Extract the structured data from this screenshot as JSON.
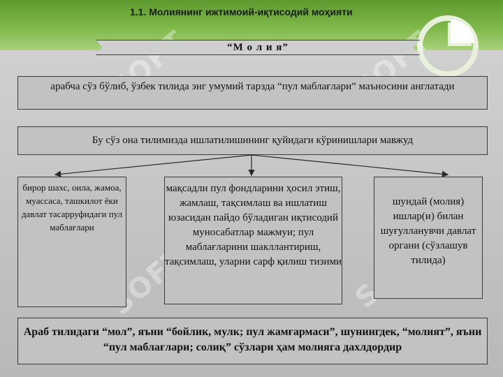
{
  "header": {
    "title": "1.1. Молиянинг ижтимоий-иқтисодий моҳияти"
  },
  "diagram": {
    "top": "“М о л и я”",
    "box1": "арабча сўз бўлиб, ўзбек тилида энг умумий тарзда  “пул маблағлари” маъносини англатади",
    "box2": "Бу сўз она тилимизда ишлатилишининг қуйидаги кўринишлари мавжуд",
    "left": "бирор шахс, оила, жамоа, муассаса, ташкилот ёки давлат тасарруфидаги пул маблағлари",
    "middle": "мақсадли пул фондларини ҳосил этиш, жамлаш, тақсимлаш ва ишлатиш юзасидан пайдо бўладиган иқтисодий муносабатлар мажмуи; пул маблағларини шакллантириш, тақсимлаш, уларни сарф қилиш тизими",
    "right": "шундай (молия) ишлар(и) билан шуғулланувчи давлат органи (сўзлашув тилида)",
    "bottom": "Араб тилидаги “мол”, яъни “бойлик, мулк; пул жамғармаси”, шунингдек, “молият”, яъни “пул маблағлари; солиқ” сўзлари ҳам молияга дахлдордир"
  },
  "watermark": "SOFT",
  "colors": {
    "header_green": "#6ea83a",
    "background": "#b8b8b8",
    "box_fill": "#c2c2c2",
    "border": "#3a3a3a"
  }
}
